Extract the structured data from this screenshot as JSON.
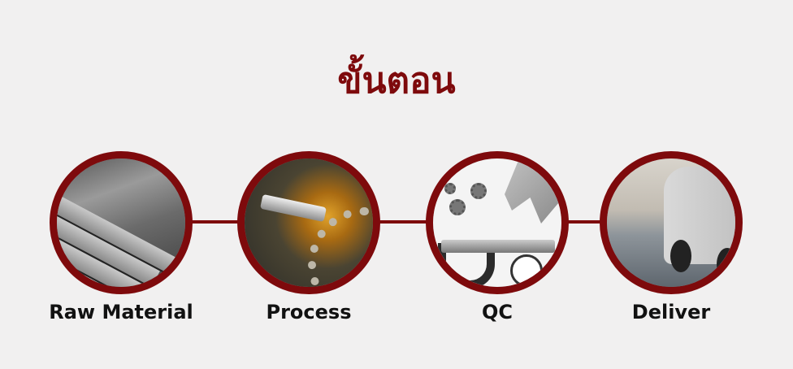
{
  "title": "ขั้นตอน",
  "colors": {
    "accent": "#7e0a0c",
    "background": "#f1f0f0",
    "label": "#111111"
  },
  "steps": [
    {
      "label": "Raw Material",
      "image": "steel-bars-image"
    },
    {
      "label": "Process",
      "image": "machining-gear-image"
    },
    {
      "label": "QC",
      "image": "measuring-tools-image"
    },
    {
      "label": "Deliver",
      "image": "delivery-van-image"
    }
  ]
}
